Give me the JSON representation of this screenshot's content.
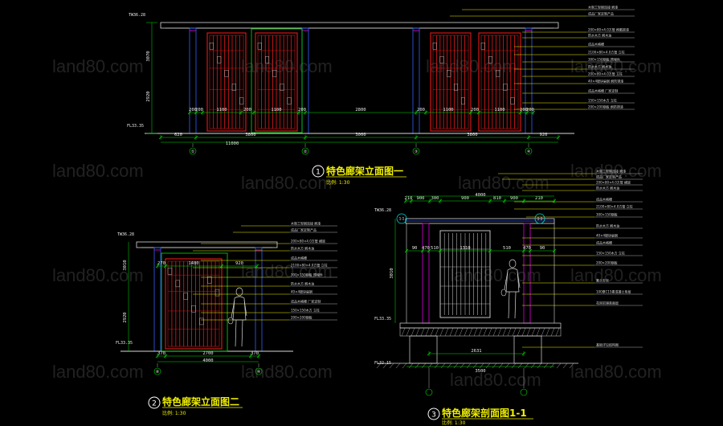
{
  "colors": {
    "background": "#000000",
    "outline": "#d8d8d8",
    "screen_red": "#d01818",
    "green": "#00e000",
    "cyan": "#00e0e0",
    "yellow": "#f0f000",
    "blue": "#3060ff",
    "magenta": "#e000e0"
  },
  "watermark": "land80.com",
  "drawing1": {
    "number": "1",
    "title": "特色廊架立面图一",
    "scale": "比例: 1:30",
    "top_level": "TW36.28",
    "floor_level": "FL33.35",
    "height_dims": [
      "3070",
      "2920"
    ],
    "door_dims": [
      "200",
      "200",
      "1100",
      "200",
      "1100",
      "200",
      "2800",
      "200",
      "1100",
      "200",
      "1100",
      "200",
      "200"
    ],
    "bay_dims": [
      "90",
      "620",
      "3800",
      "3000",
      "3800",
      "920",
      "90"
    ],
    "total": "11000",
    "grid_marks": [
      "①",
      "②",
      "③",
      "④"
    ],
    "notes": [
      "木制工型钢连接 刷漆",
      "成品厂家定制产品",
      "200×80×4.0方管 刷氟碳漆",
      "防水木方 刷木油",
      "成品木格栅",
      "2100×80×4.0方管 立柱",
      "300×150钢板 预埋件",
      "防水木方 刷木油",
      "200×80×4.0方管 立柱",
      "40×4镀锌扁钢 刷防锈漆",
      "成品木格栅 厂家定制",
      "150×150木方 立柱",
      "200×200钢板 刷防锈漆"
    ]
  },
  "drawing2": {
    "number": "2",
    "title": "特色廊架立面图二",
    "scale": "比例: 1:30",
    "top_level": "TW36.28",
    "floor_level": "FL33.35",
    "height_dims": [
      "3010",
      "2920"
    ],
    "door_dims": [
      "270",
      "1480",
      "920"
    ],
    "bottom_dims": [
      "370",
      "2700",
      "370"
    ],
    "total": "4000",
    "grid_marks": [
      "⑥",
      "④"
    ],
    "notes": [
      "木制工型钢连接 刷漆",
      "成品厂家定制产品",
      "200×80×4.0方管 横梁",
      "防水木方 刷木油",
      "成品木格栅",
      "2100×80×4.0方管 立柱",
      "300×150钢板 预埋件",
      "防水木方 刷木油",
      "40×4镀锌扁钢",
      "成品木格栅 厂家定制",
      "150×150木方 立柱",
      "200×200钢板"
    ]
  },
  "drawing3": {
    "number": "3",
    "title": "特色廊架剖面图1-1",
    "scale": "比例: 1:30",
    "top_level": "TW36.28",
    "floor_level": "FL33.35",
    "base_level": "FL32.15",
    "height_dims": [
      "3010"
    ],
    "top_dims": [
      "210",
      "900",
      "300",
      "900",
      "810",
      "900",
      "210"
    ],
    "top_total": "4000",
    "inner_dims": [
      "90",
      "470",
      "510",
      "1310",
      "510",
      "470",
      "90"
    ],
    "bottom_dims": [
      "2631"
    ],
    "bottom_total": "3500",
    "section_tags": [
      "1-1",
      "1-1"
    ],
    "notes": [
      "木制工型钢连接 刷漆",
      "成品厂家定制产品",
      "200×80×4.0方管 横梁",
      "防水木方 刷木油",
      "成品木格栅",
      "2100×80×4.0方管 立柱",
      "300×150钢板",
      "防水木方 刷木油",
      "40×4镀锌扁钢",
      "成品木格栅",
      "150×150木方 立柱",
      "200×200钢板",
      "素土夯实",
      "100厚C15素混凝土垫层",
      "花岗岩铺装面层",
      "基础详见结构图"
    ]
  }
}
